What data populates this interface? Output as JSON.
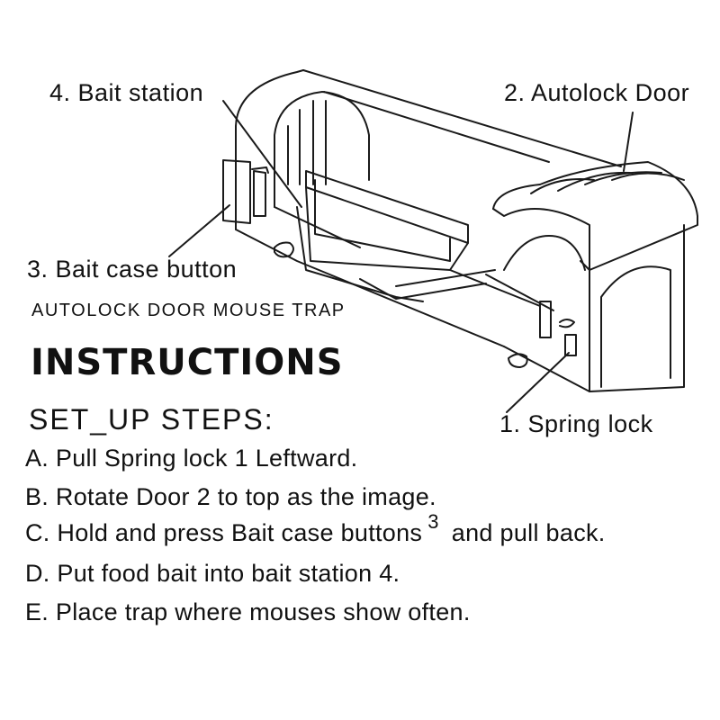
{
  "callouts": {
    "bait_station": "4. Bait station",
    "autolock_door": "2. Autolock Door",
    "bait_case_button": "3. Bait case button",
    "spring_lock": "1. Spring lock"
  },
  "subtitle": "AUTOLOCK DOOR MOUSE TRAP",
  "title": "INSTRUCTIONS",
  "section_heading": "SET_UP STEPS:",
  "steps": {
    "a": "A. Pull Spring lock 1 Leftward.",
    "b": "B. Rotate Door 2 to top as the image.",
    "c_before": "C. Hold and press Bait case buttons",
    "c_sup": "3",
    "c_after": "and pull back.",
    "d": "D. Put food bait into bait station 4.",
    "e": "E. Place trap where mouses show often."
  }
}
